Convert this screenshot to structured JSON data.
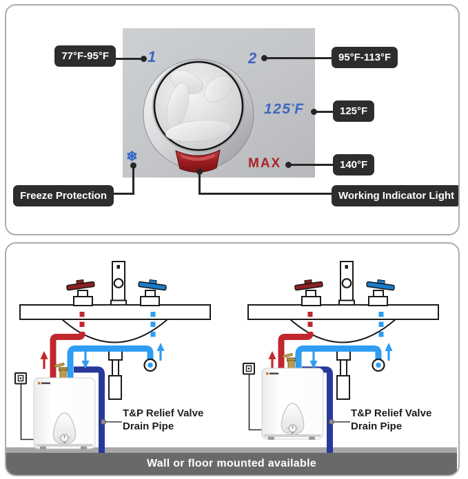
{
  "top_panel": {
    "dial": {
      "setting_one": "1",
      "setting_two": "2",
      "setting_mid_num": "125",
      "degree": "°",
      "fahrenheit": "F",
      "max": "MAX",
      "snowflake_icon": "❄"
    },
    "labels": {
      "range_one": "77°F-95°F",
      "range_two": "95°F-113°F",
      "temp_mid": "125°F",
      "temp_max": "140°F",
      "freeze_protection": "Freeze Protection",
      "working_indicator": "Working Indicator Light"
    }
  },
  "bottom_panel": {
    "tp_label": {
      "line1": "T&P Relief Valve",
      "line2": "Drain Pipe"
    },
    "banner": "Wall or floor mounted available"
  },
  "colors": {
    "accent_blue": "#3b67c0",
    "max_red": "#ab2026",
    "hot_pipe": "#c1272d",
    "cold_pipe": "#2e9df3",
    "tp_drain_pipe": "#28389b",
    "label_bg": "#2d2d2d",
    "banner_bg": "#696969",
    "floor_gray": "#a8a8a8",
    "panel_gray": "#c6c8ca",
    "brass": "#c09a52"
  }
}
